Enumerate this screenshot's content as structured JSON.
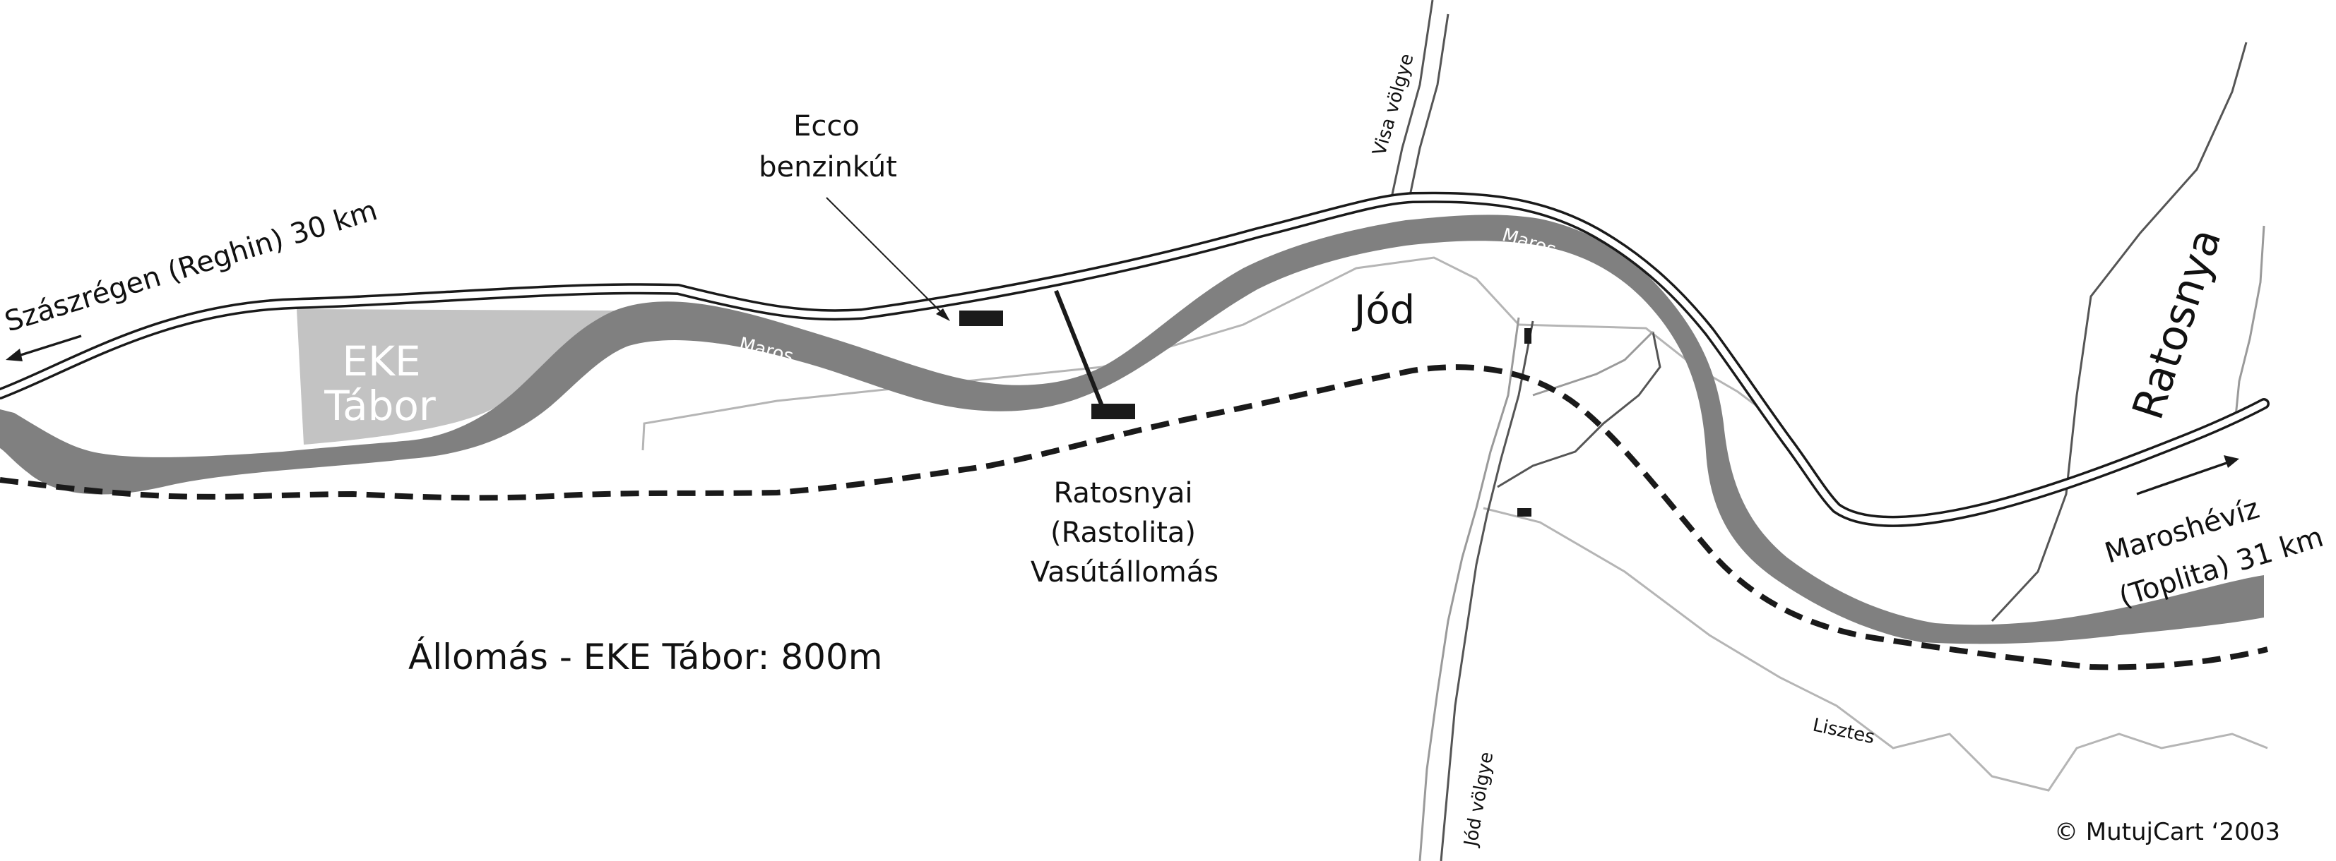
{
  "map": {
    "labels": {
      "szaszregen": "Szászrégen (Reghin) 30 km",
      "ecco_line1": "Ecco",
      "ecco_line2": "benzinkút",
      "visa": "Visa völgye",
      "maros_west": "Maros",
      "maros_east": "Maros",
      "jod": "Jód",
      "ratosnya": "Ratosnya",
      "eke_line1": "EKE",
      "eke_line2": "Tábor",
      "station_line1": "Ratosnyai",
      "station_line2": "(Rastolita)",
      "station_line3": "Vasútállomás",
      "marosheviz_line1": "Maroshévíz",
      "marosheviz_line2": "(Toplita) 31 km",
      "distance": "Állomás - EKE Tábor: 800m",
      "jod_volgye": "Jód völgye",
      "lisztes": "Lisztes",
      "copyright": "© MutujCart ‘2003"
    },
    "colors": {
      "river": "#808080",
      "camp_area": "#c3c3c3",
      "ink": "#1a1a1a",
      "minor_road": "#b5b5b5"
    }
  }
}
